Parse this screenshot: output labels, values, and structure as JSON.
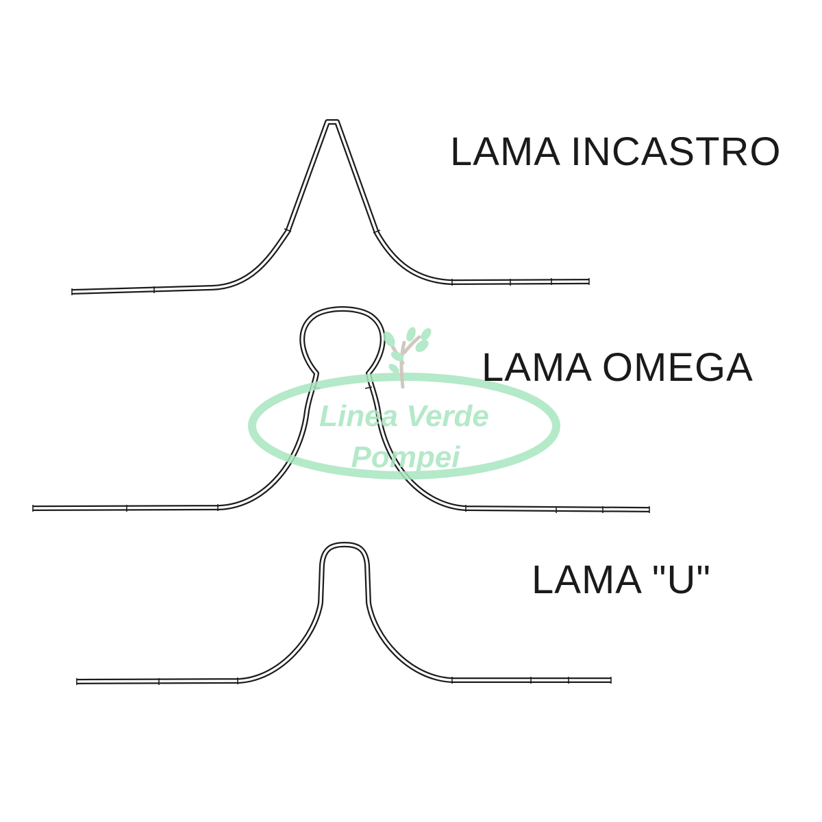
{
  "labels": {
    "incastro": "LAMA INCASTRO",
    "omega": "LAMA OMEGA",
    "u_shape": "LAMA \"U\""
  },
  "watermark": {
    "line1": "Linea Verde",
    "line2": "Pompei",
    "color": "#a8e6c0",
    "trunk_color": "#c8bfb4"
  },
  "colors": {
    "line": "#1c1c1c",
    "background": "#ffffff"
  }
}
